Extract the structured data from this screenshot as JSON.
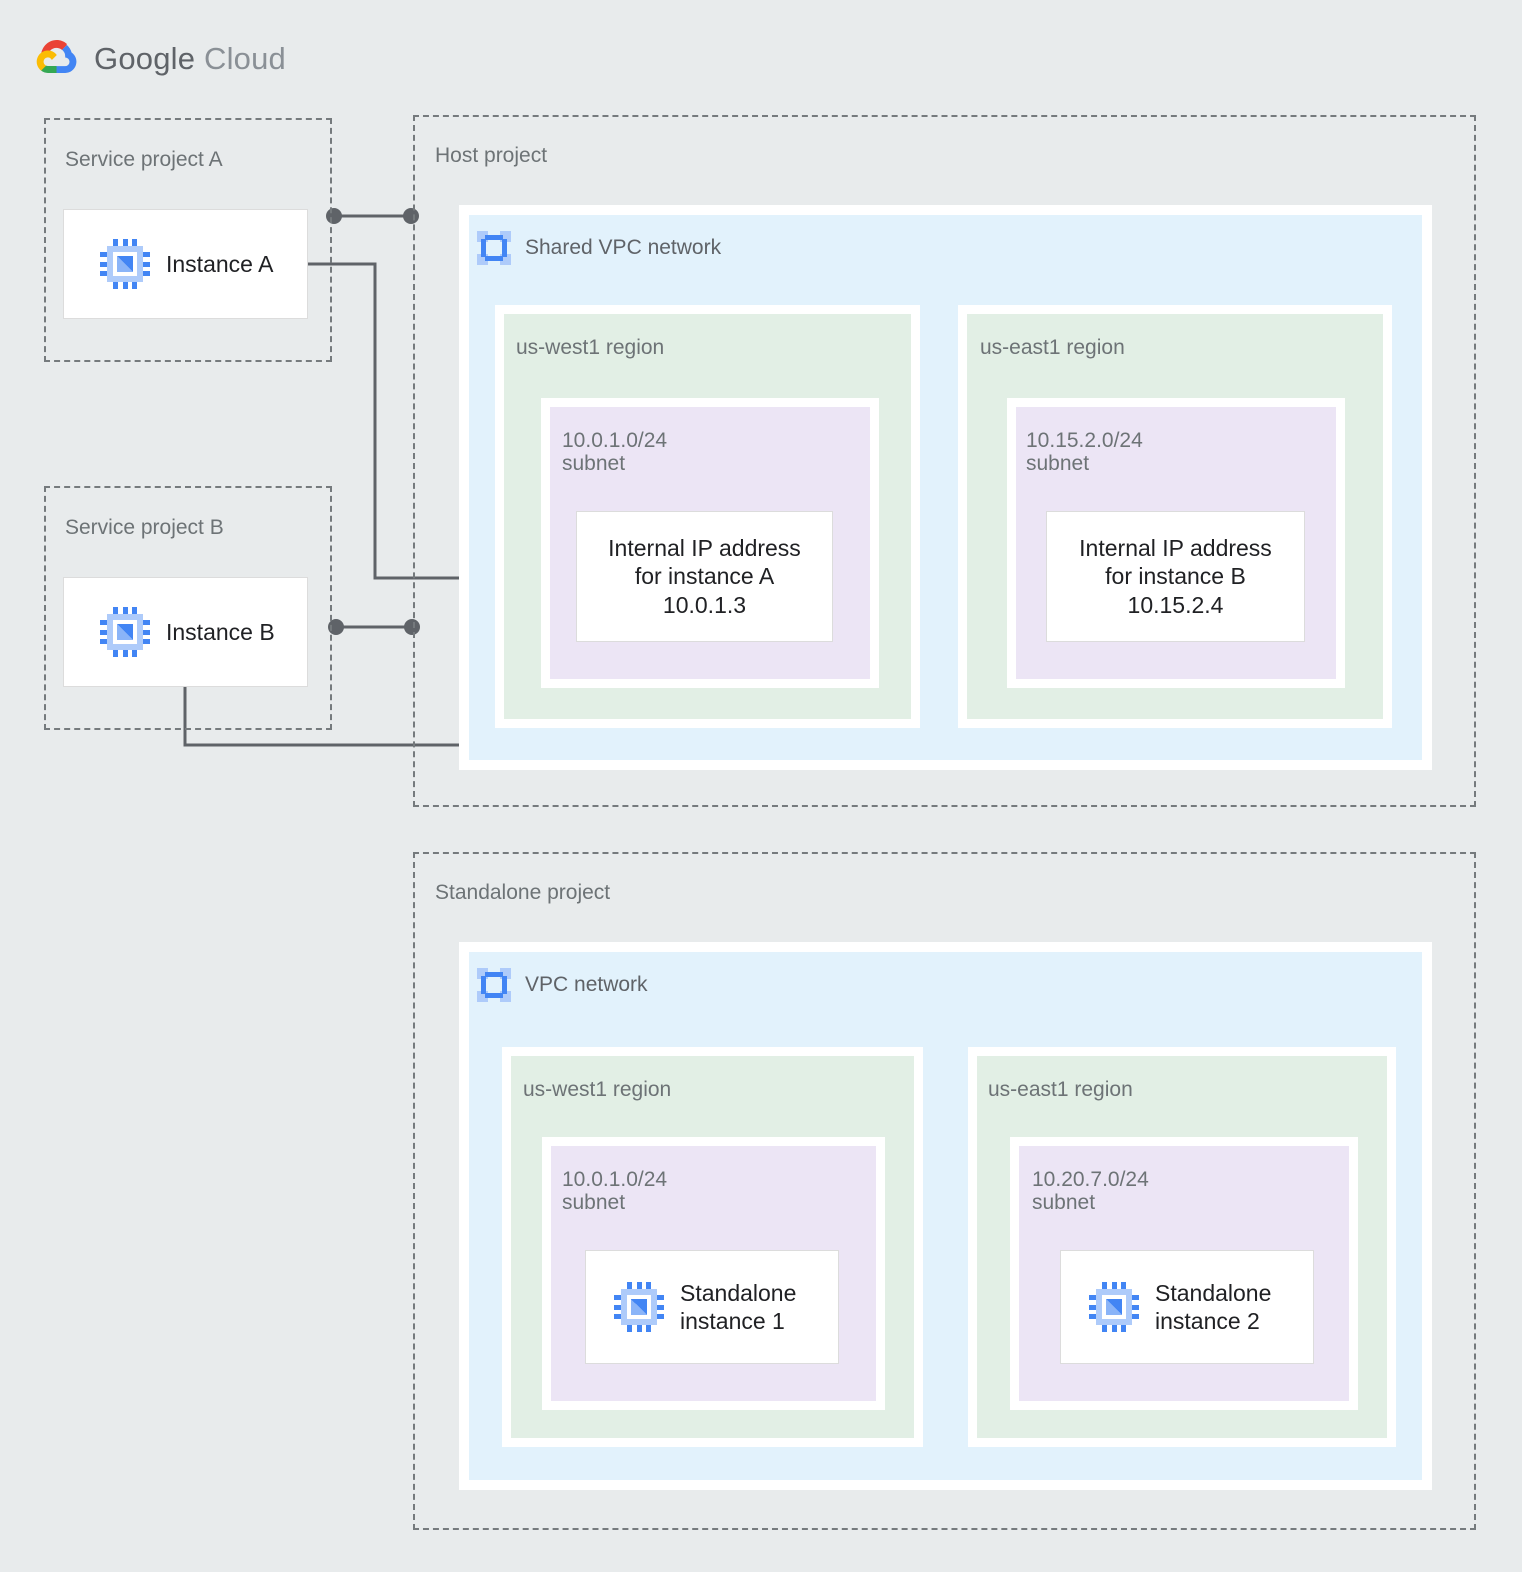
{
  "brand": {
    "logo_icon": "google-cloud-logo-icon",
    "name_primary": "Google",
    "name_secondary": "Cloud",
    "colors": {
      "red": "#ea4335",
      "blue": "#4285f4",
      "yellow": "#fbbc04",
      "green": "#34a853",
      "wordmark": "#5f6368"
    }
  },
  "palette": {
    "page_background": "#e8ebec",
    "project_border": "#757a7d",
    "vpc_fill": "#e2f2fc",
    "region_fill": "#e2efe5",
    "subnet_fill": "#ece5f5",
    "card_fill": "#ffffff",
    "connector": "#5f6368",
    "label_text": "#6d7376",
    "card_text": "#202124"
  },
  "diagram": {
    "type": "architecture",
    "title": "Google Cloud Shared VPC and standalone VPC networks",
    "projects": [
      {
        "id": "service-project-a",
        "label": "Service project A",
        "style": "dashed",
        "instances": [
          {
            "id": "instance-a",
            "label": "Instance A",
            "icon": "vm-instance-icon"
          }
        ]
      },
      {
        "id": "service-project-b",
        "label": "Service project B",
        "style": "dashed",
        "instances": [
          {
            "id": "instance-b",
            "label": "Instance B",
            "icon": "vm-instance-icon"
          }
        ]
      },
      {
        "id": "host-project",
        "label": "Host project",
        "style": "dashed",
        "networks": [
          {
            "id": "shared-vpc-network",
            "label": "Shared VPC network",
            "icon": "vpc-network-icon",
            "regions": [
              {
                "id": "host-us-west1",
                "label": "us-west1 region",
                "subnets": [
                  {
                    "id": "subnet-10-0-1-0-24-host",
                    "cidr": "10.0.1.0/24",
                    "kind": "subnet",
                    "label": "10.0.1.0/24\nsubnet",
                    "nodes": [
                      {
                        "id": "internal-ip-instance-a",
                        "label": "Internal IP address\nfor instance A\n10.0.1.3",
                        "ip": "10.0.1.3"
                      }
                    ]
                  }
                ]
              },
              {
                "id": "host-us-east1",
                "label": "us-east1 region",
                "subnets": [
                  {
                    "id": "subnet-10-15-2-0-24",
                    "cidr": "10.15.2.0/24",
                    "kind": "subnet",
                    "label": "10.15.2.0/24\nsubnet",
                    "nodes": [
                      {
                        "id": "internal-ip-instance-b",
                        "label": "Internal IP address\nfor instance B\n10.15.2.4",
                        "ip": "10.15.2.4"
                      }
                    ]
                  }
                ]
              }
            ]
          }
        ]
      },
      {
        "id": "standalone-project",
        "label": "Standalone project",
        "style": "dashed",
        "networks": [
          {
            "id": "vpc-network",
            "label": "VPC network",
            "icon": "vpc-network-icon",
            "regions": [
              {
                "id": "standalone-us-west1",
                "label": "us-west1 region",
                "subnets": [
                  {
                    "id": "subnet-10-0-1-0-24-standalone",
                    "cidr": "10.0.1.0/24",
                    "kind": "subnet",
                    "label": "10.0.1.0/24\nsubnet",
                    "nodes": [
                      {
                        "id": "standalone-instance-1",
                        "label": "Standalone\ninstance 1",
                        "icon": "vm-instance-icon"
                      }
                    ]
                  }
                ]
              },
              {
                "id": "standalone-us-east1",
                "label": "us-east1 region",
                "subnets": [
                  {
                    "id": "subnet-10-20-7-0-24",
                    "cidr": "10.20.7.0/24",
                    "kind": "subnet",
                    "label": "10.20.7.0/24\nsubnet",
                    "nodes": [
                      {
                        "id": "standalone-instance-2",
                        "label": "Standalone\ninstance 2",
                        "icon": "vm-instance-icon"
                      }
                    ]
                  }
                ]
              }
            ]
          }
        ]
      }
    ],
    "connections": [
      {
        "id": "conn-a-membership",
        "from": "service-project-a",
        "to": "host-project",
        "style": "dot-line-dot"
      },
      {
        "id": "conn-b-membership",
        "from": "service-project-b",
        "to": "host-project",
        "style": "dot-line-dot"
      },
      {
        "id": "conn-instance-a-ip",
        "from": "instance-a",
        "to": "internal-ip-instance-a",
        "style": "elbow-dot"
      },
      {
        "id": "conn-instance-b-ip",
        "from": "instance-b",
        "to": "internal-ip-instance-b",
        "style": "elbow-dot"
      },
      {
        "id": "conn-standalone-1-2",
        "from": "standalone-instance-1",
        "to": "standalone-instance-2",
        "style": "line"
      }
    ]
  }
}
